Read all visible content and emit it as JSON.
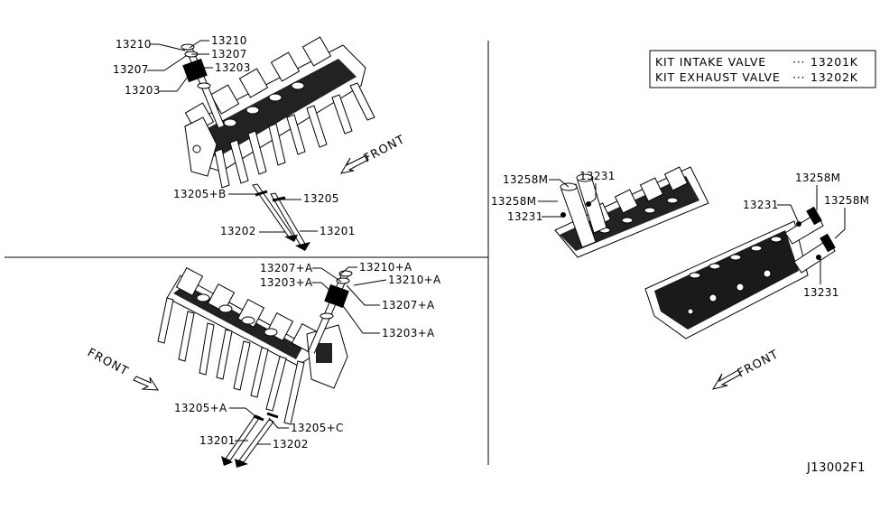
{
  "diagram": {
    "id_code": "J13002F1",
    "kit_box": {
      "rows": [
        {
          "name": "KIT INTAKE VALVE",
          "leader": "···",
          "part": "13201K"
        },
        {
          "name": "KIT EXHAUST VALVE",
          "leader": "···",
          "part": "13202K"
        }
      ]
    },
    "front_labels": {
      "top_left": "FRONT",
      "bottom_left": "FRONT",
      "right": "FRONT"
    },
    "top_left_section": {
      "labels": [
        {
          "text": "13210",
          "name": "label-13210-left"
        },
        {
          "text": "13210",
          "name": "label-13210-right"
        },
        {
          "text": "13207",
          "name": "label-13207-right"
        },
        {
          "text": "13207",
          "name": "label-13207-left"
        },
        {
          "text": "13203",
          "name": "label-13203-right"
        },
        {
          "text": "13203",
          "name": "label-13203-left"
        },
        {
          "text": "13205+B",
          "name": "label-13205-b"
        },
        {
          "text": "13205",
          "name": "label-13205"
        },
        {
          "text": "13202",
          "name": "label-13202"
        },
        {
          "text": "13201",
          "name": "label-13201"
        }
      ]
    },
    "bottom_left_section": {
      "labels": [
        {
          "text": "13207+A",
          "name": "label-13207-a-left"
        },
        {
          "text": "13210+A",
          "name": "label-13210-a-top"
        },
        {
          "text": "13210+A",
          "name": "label-13210-a-right"
        },
        {
          "text": "13203+A",
          "name": "label-13203-a-left"
        },
        {
          "text": "13207+A",
          "name": "label-13207-a-right"
        },
        {
          "text": "13203+A",
          "name": "label-13203-a-right"
        },
        {
          "text": "13205+A",
          "name": "label-13205-a"
        },
        {
          "text": "13205+C",
          "name": "label-13205-c"
        },
        {
          "text": "13201",
          "name": "label-13201-a"
        },
        {
          "text": "13202",
          "name": "label-13202-a"
        }
      ]
    },
    "right_section": {
      "labels": [
        {
          "text": "13258M",
          "name": "label-13258m-upper-left"
        },
        {
          "text": "13231",
          "name": "label-13231-upper-mid"
        },
        {
          "text": "13258M",
          "name": "label-13258m-mid-left"
        },
        {
          "text": "13231",
          "name": "label-13231-lower-left"
        },
        {
          "text": "13258M",
          "name": "label-13258m-right-top"
        },
        {
          "text": "13231",
          "name": "label-13231-right-mid"
        },
        {
          "text": "13258M",
          "name": "label-13258m-right"
        },
        {
          "text": "13231",
          "name": "label-13231-right-bottom"
        }
      ]
    }
  }
}
